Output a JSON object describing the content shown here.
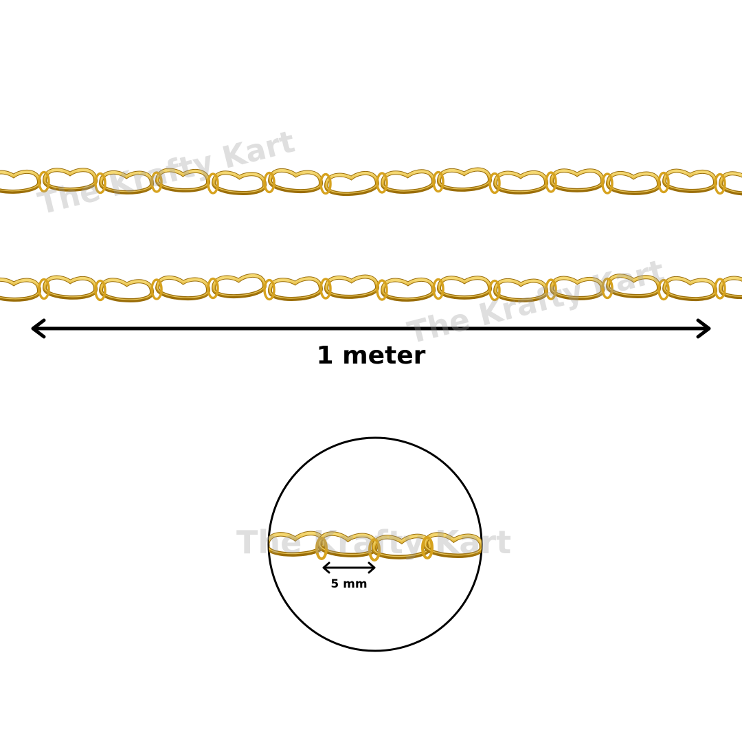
{
  "product": {
    "length_label": "1 meter",
    "link_size_label": "5 mm",
    "watermark": "The Krafty Kart",
    "icons": {
      "length_arrow": "double-arrow-icon",
      "size_arrow": "double-arrow-icon"
    }
  },
  "colors": {
    "chain_light": "#f3d36a",
    "chain_main": "#d6a21e",
    "chain_dark": "#9a6d08",
    "background": "#ffffff",
    "arrow": "#000000",
    "watermark": "#bdbdbd"
  }
}
